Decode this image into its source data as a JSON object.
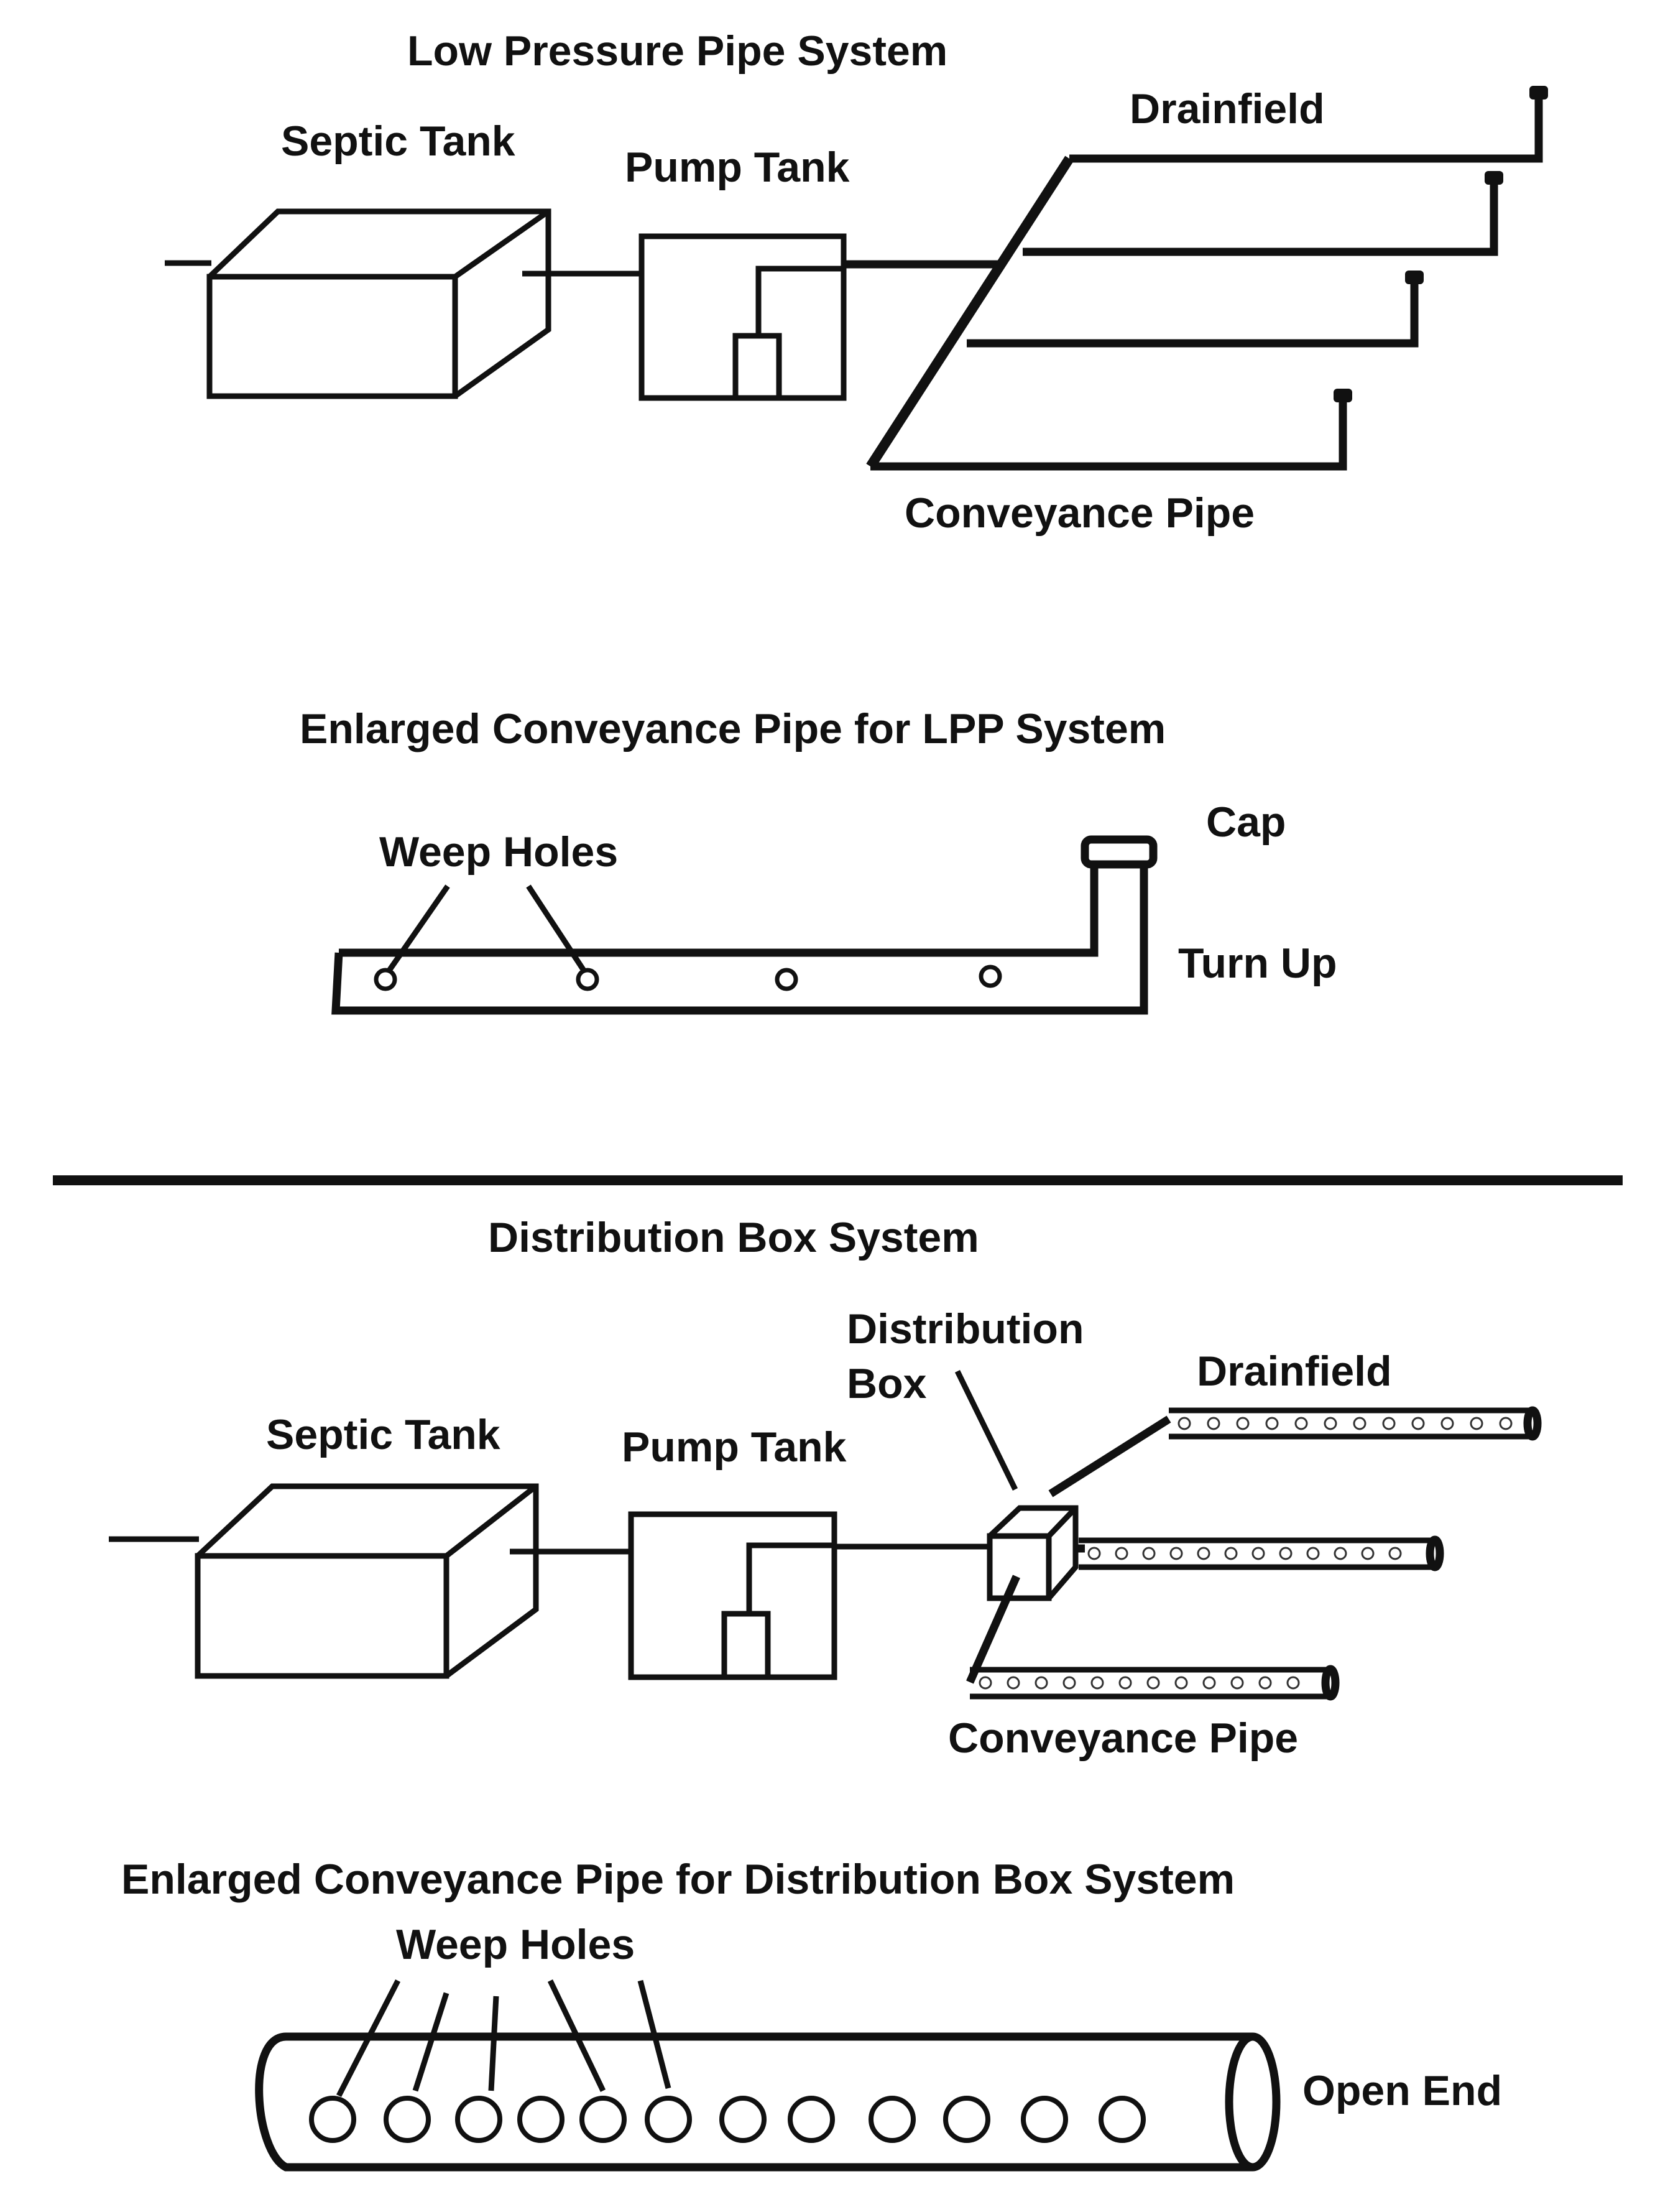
{
  "colors": {
    "ink": "#111111",
    "background": "#ffffff"
  },
  "lpp": {
    "title": "Low Pressure Pipe System",
    "septic_label": "Septic Tank",
    "pump_label": "Pump Tank",
    "drainfield_label": "Drainfield",
    "conveyance_label": "Conveyance Pipe"
  },
  "lpp_enlarged": {
    "title": "Enlarged Conveyance Pipe for LPP System",
    "weep_label": "Weep Holes",
    "cap_label": "Cap",
    "turnup_label": "Turn Up"
  },
  "dbox": {
    "title": "Distribution Box System",
    "septic_label": "Septic Tank",
    "pump_label": "Pump Tank",
    "dbox_label_line1": "Distribution",
    "dbox_label_line2": "Box",
    "drainfield_label": "Drainfield",
    "conveyance_label": "Conveyance Pipe"
  },
  "dbox_enlarged": {
    "title": "Enlarged Conveyance Pipe for Distribution Box System",
    "weep_label": "Weep Holes",
    "open_end_label": "Open End"
  }
}
